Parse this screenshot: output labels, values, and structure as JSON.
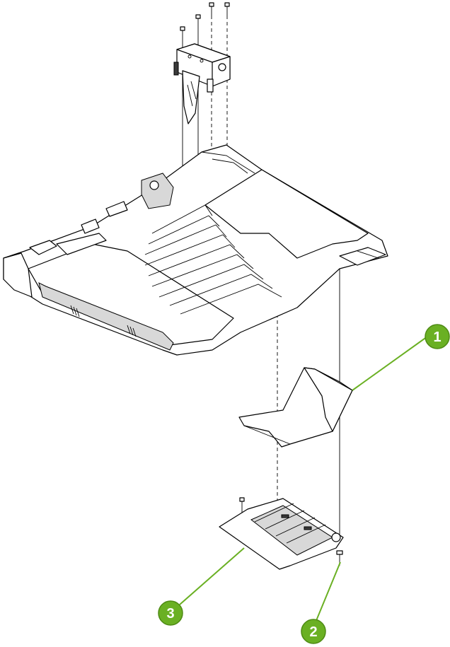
{
  "callouts": [
    {
      "number": "1",
      "part": "output-bin-extension"
    },
    {
      "number": "2",
      "part": "mounting-screw"
    },
    {
      "number": "3",
      "part": "lower-bin-assembly"
    }
  ],
  "colors": {
    "callout_fill": "#6ab023",
    "callout_stroke": "#4e8a14",
    "leader_line": "#6ab023",
    "linework": "#000000",
    "background": "#ffffff"
  }
}
